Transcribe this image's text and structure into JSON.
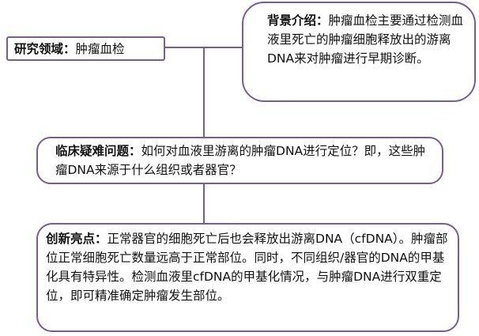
{
  "domain": {
    "label": "研究领域：",
    "text": "肿瘤血检"
  },
  "background": {
    "label": "背景介绍：",
    "text": "肿瘤血检主要通过检测血液里死亡的肿瘤细胞释放出的游离DNA来对肿瘤进行早期诊断。"
  },
  "question": {
    "label": "临床疑难问题：",
    "text": "如何对血液里游离的肿瘤DNA进行定位？即，这些肿瘤DNA来源于什么组织或者器官？"
  },
  "innovation": {
    "label": "创新亮点：",
    "text": "正常器官的细胞死亡后也会释放出游离DNA（cfDNA）。肿瘤部位正常细胞死亡数量远高于正常部位。同时，不同组织/器官的DNA的甲基化具有特异性。检测血液里cfDNA的甲基化情况，与肿瘤DNA进行双重定位，即可精准确定肿瘤发生部位。"
  },
  "colors": {
    "box_border": "#7b5b93",
    "connector": "#7b5b93"
  }
}
